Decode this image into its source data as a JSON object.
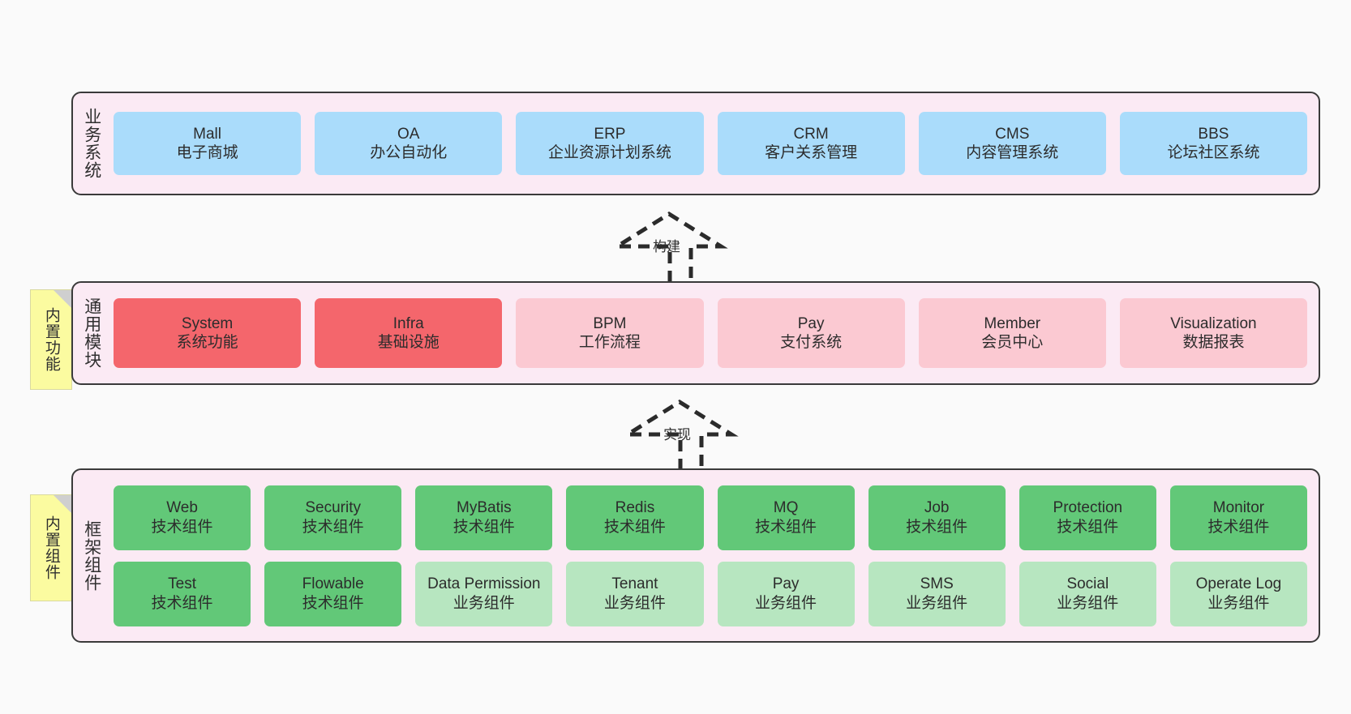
{
  "diagram": {
    "background_color": "#fafafa",
    "layer_fill": "#fbeaf4",
    "layer_border": "#3a3a3a"
  },
  "layers": [
    {
      "id": "business",
      "title": "业务系统",
      "color": "#aadcfb",
      "rows": [
        [
          {
            "en": "Mall",
            "cn": "电子商城"
          },
          {
            "en": "OA",
            "cn": "办公自动化"
          },
          {
            "en": "ERP",
            "cn": "企业资源计划系统"
          },
          {
            "en": "CRM",
            "cn": "客户关系管理"
          },
          {
            "en": "CMS",
            "cn": "内容管理系统"
          },
          {
            "en": "BBS",
            "cn": "论坛社区系统"
          }
        ]
      ]
    },
    {
      "id": "modules",
      "title": "通用模块",
      "rows": [
        [
          {
            "en": "System",
            "cn": "系统功能",
            "color": "#f4666c"
          },
          {
            "en": "Infra",
            "cn": "基础设施",
            "color": "#f4666c"
          },
          {
            "en": "BPM",
            "cn": "工作流程",
            "color": "#fbc9d2"
          },
          {
            "en": "Pay",
            "cn": "支付系统",
            "color": "#fbc9d2"
          },
          {
            "en": "Member",
            "cn": "会员中心",
            "color": "#fbc9d2"
          },
          {
            "en": "Visualization",
            "cn": "数据报表",
            "color": "#fbc9d2"
          }
        ]
      ]
    },
    {
      "id": "framework",
      "title": "框架组件",
      "rows": [
        [
          {
            "en": "Web",
            "cn": "技术组件",
            "color": "#62c878"
          },
          {
            "en": "Security",
            "cn": "技术组件",
            "color": "#62c878"
          },
          {
            "en": "MyBatis",
            "cn": "技术组件",
            "color": "#62c878"
          },
          {
            "en": "Redis",
            "cn": "技术组件",
            "color": "#62c878"
          },
          {
            "en": "MQ",
            "cn": "技术组件",
            "color": "#62c878"
          },
          {
            "en": "Job",
            "cn": "技术组件",
            "color": "#62c878"
          },
          {
            "en": "Protection",
            "cn": "技术组件",
            "color": "#62c878"
          },
          {
            "en": "Monitor",
            "cn": "技术组件",
            "color": "#62c878"
          }
        ],
        [
          {
            "en": "Test",
            "cn": "技术组件",
            "color": "#62c878"
          },
          {
            "en": "Flowable",
            "cn": "技术组件",
            "color": "#62c878"
          },
          {
            "en": "Data Permission",
            "cn": "业务组件",
            "color": "#b7e6c0"
          },
          {
            "en": "Tenant",
            "cn": "业务组件",
            "color": "#b7e6c0"
          },
          {
            "en": "Pay",
            "cn": "业务组件",
            "color": "#b7e6c0"
          },
          {
            "en": "SMS",
            "cn": "业务组件",
            "color": "#b7e6c0"
          },
          {
            "en": "Social",
            "cn": "业务组件",
            "color": "#b7e6c0"
          },
          {
            "en": "Operate Log",
            "cn": "业务组件",
            "color": "#b7e6c0"
          }
        ]
      ]
    }
  ],
  "sticky_notes": [
    {
      "id": "note-modules",
      "text": "内置功能"
    },
    {
      "id": "note-framework",
      "text": "内置组件"
    }
  ],
  "connectors": [
    {
      "id": "build",
      "label": "构建"
    },
    {
      "id": "implement",
      "label": "实现"
    }
  ]
}
